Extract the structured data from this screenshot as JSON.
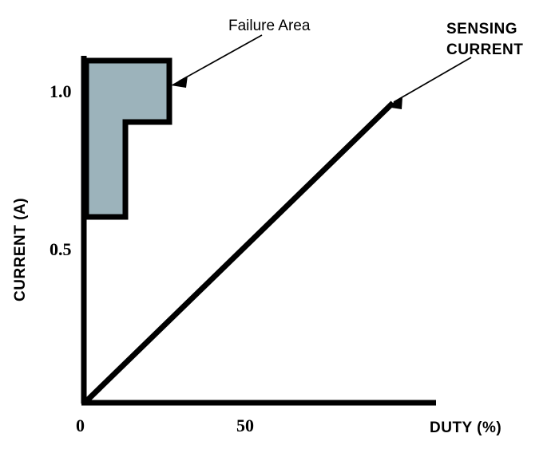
{
  "chart_data": {
    "type": "area",
    "title": "",
    "xlabel": "DUTY (%)",
    "ylabel": "CURRENT (A)",
    "xlim": [
      0,
      100
    ],
    "ylim": [
      0,
      1.2
    ],
    "grid": false,
    "legend_position": "none",
    "x_ticks": [
      {
        "value": 0,
        "label": "0"
      },
      {
        "value": 50,
        "label": "50"
      }
    ],
    "y_ticks": [
      {
        "value": 0.5,
        "label": "0.5"
      },
      {
        "value": 1.0,
        "label": "1.0"
      }
    ],
    "series": [
      {
        "name": "Failure Area",
        "type": "region",
        "fill_color": "#9cb3bb",
        "edge_color": "#000000",
        "points": [
          {
            "x": 0.8,
            "y": 1.13
          },
          {
            "x": 24.5,
            "y": 1.13
          },
          {
            "x": 24.5,
            "y": 0.925
          },
          {
            "x": 12.5,
            "y": 0.925
          },
          {
            "x": 12.5,
            "y": 0.62
          },
          {
            "x": 0.8,
            "y": 0.62
          }
        ]
      },
      {
        "name": "SENSING CURRENT",
        "type": "line",
        "color": "#000000",
        "x": [
          0,
          89
        ],
        "y": [
          0,
          1.04
        ]
      }
    ],
    "annotations": [
      {
        "name": "failure-area",
        "text": "Failure Area",
        "style": "regular",
        "lines": [
          "Failure Area"
        ],
        "points_to": {
          "x": 24.5,
          "y": 1.06
        }
      },
      {
        "name": "sensing-current",
        "text": "SENSING CURRENT",
        "style": "bold",
        "lines": [
          "SENSING",
          "CURRENT"
        ],
        "points_to": {
          "x": 89,
          "y": 1.04
        }
      }
    ]
  },
  "axes": {
    "x_title": "DUTY (%)",
    "y_title": "CURRENT (A)",
    "x_tick_labels": [
      "0",
      "50"
    ],
    "y_tick_labels": [
      "1.0",
      "0.5"
    ]
  },
  "annotations": {
    "failure_area_label": "Failure Area",
    "sensing_line1": "SENSING",
    "sensing_line2": "CURRENT"
  },
  "colors": {
    "failure_fill": "#9cb3bb",
    "stroke": "#000000",
    "background": "#ffffff"
  }
}
